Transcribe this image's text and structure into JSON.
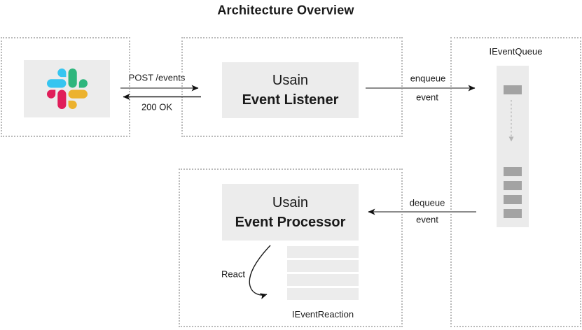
{
  "title": "Architecture Overview",
  "boxes": {
    "listener": {
      "line1": "Usain",
      "line2": "Event Listener"
    },
    "processor": {
      "line1": "Usain",
      "line2": "Event Processor"
    },
    "queue_label": "IEventQueue",
    "reaction_label": "IEventReaction"
  },
  "labels": {
    "post": "POST /events",
    "ok": "200 OK",
    "enqueue": "enqueue",
    "enqueue_object": "event",
    "dequeue": "dequeue",
    "dequeue_object": "event",
    "react": "React"
  },
  "queue": {
    "head_items": 1,
    "waiting_items": 4
  },
  "reactions": {
    "count": 4
  },
  "icons": {
    "slack": "slack-logo-icon"
  },
  "colors": {
    "background": "#ffffff",
    "box_fill": "#ececec",
    "queue_fill": "#ebebeb",
    "queue_item": "#a3a3a3",
    "dashed_border": "#b9b9b9",
    "arrow_gray": "#8c8c8c",
    "arrow_black": "#1a1a1a",
    "text": "#1a1a1a",
    "slack_blue": "#36C5F0",
    "slack_green": "#2EB67D",
    "slack_red": "#E01E5A",
    "slack_yellow": "#ECB22E"
  }
}
